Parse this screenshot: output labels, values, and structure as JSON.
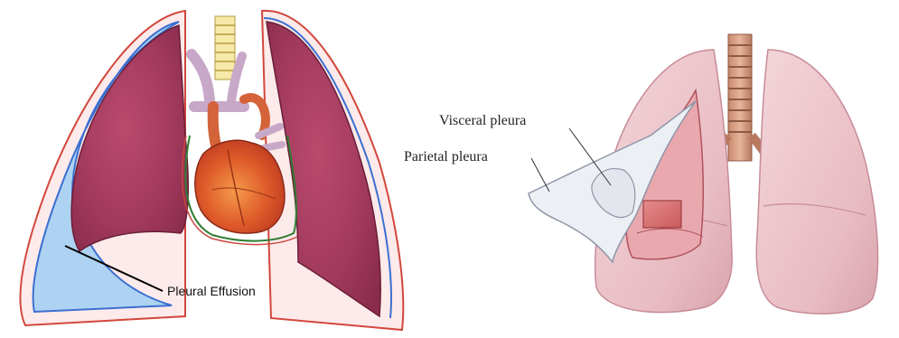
{
  "left_panel": {
    "label_effusion": "Pleural Effusion"
  },
  "right_panel": {
    "label_visceral": "Visceral pleura",
    "label_parietal": "Parietal pleura"
  }
}
